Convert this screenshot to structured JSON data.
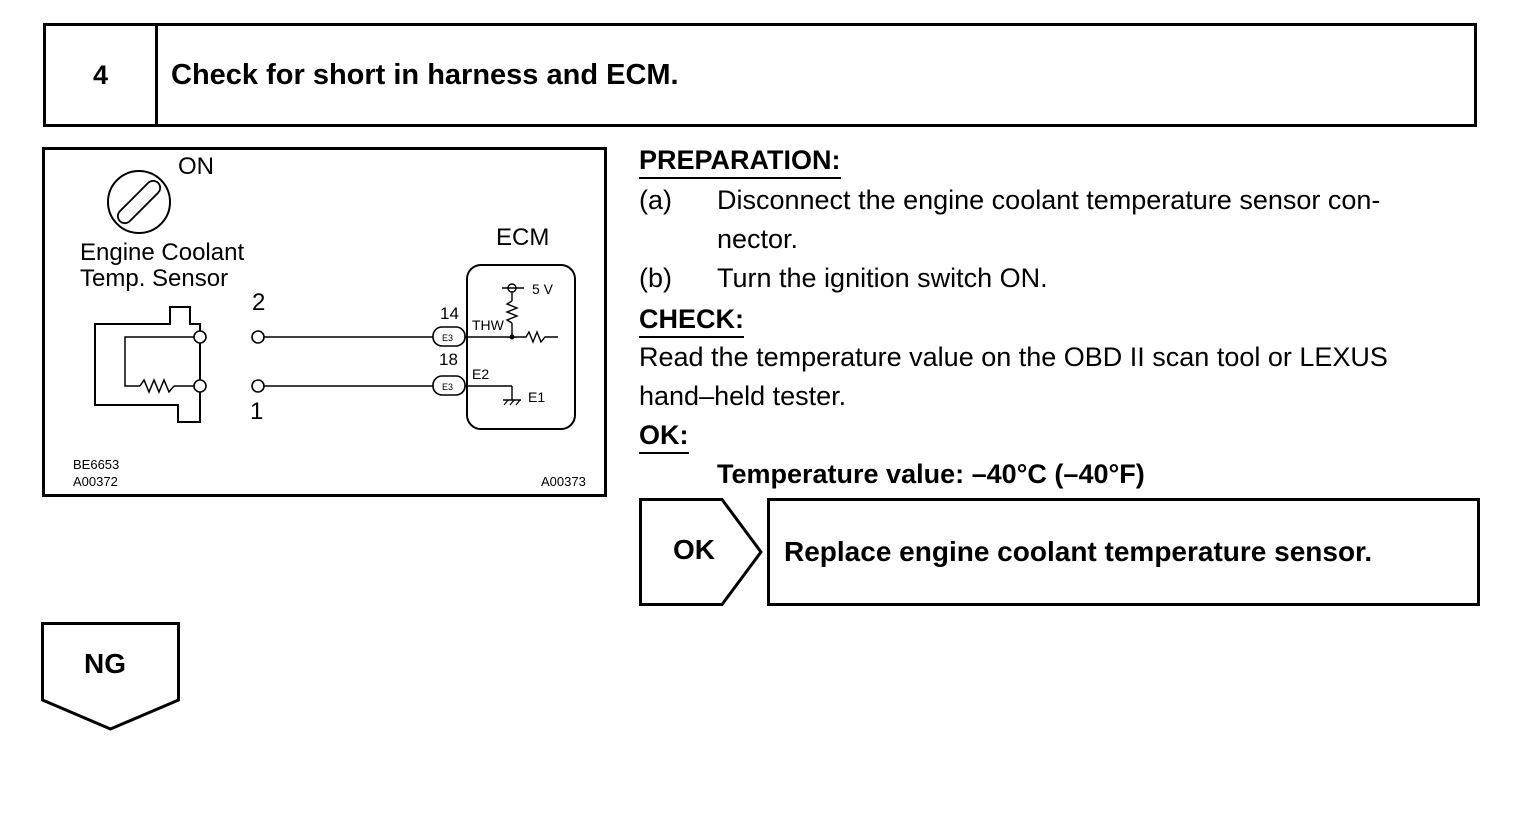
{
  "step": {
    "number": "4",
    "title": "Check for short in harness and ECM."
  },
  "diagram": {
    "switch_label": "ON",
    "sensor_label_line1": "Engine Coolant",
    "sensor_label_line2": "Temp. Sensor",
    "ecm_label": "ECM",
    "voltage_label": "5 V",
    "pin_2": "2",
    "pin_1": "1",
    "terminal_14": "14",
    "terminal_18": "18",
    "connector_a": "E3",
    "connector_b": "E3",
    "thw_label": "THW",
    "e2_label": "E2",
    "e1_label": "E1",
    "code_1": "BE6653",
    "code_2": "A00372",
    "code_3": "A00373"
  },
  "preparation": {
    "heading": "PREPARATION:",
    "a_label": "(a)",
    "a_line1": "Disconnect the engine coolant temperature sensor con-",
    "a_line2": "nector.",
    "b_label": "(b)",
    "b_line1": "Turn the ignition switch ON."
  },
  "check": {
    "heading": "CHECK:",
    "line1": "Read the temperature value on the OBD II scan tool or LEXUS",
    "line2": "hand–held tester."
  },
  "ok_section": {
    "heading": "OK:",
    "value": "Temperature value: –40°C (–40°F)"
  },
  "ok_branch": {
    "label": "OK",
    "action": "Replace engine coolant temperature sensor."
  },
  "ng_branch": {
    "label": "NG"
  }
}
